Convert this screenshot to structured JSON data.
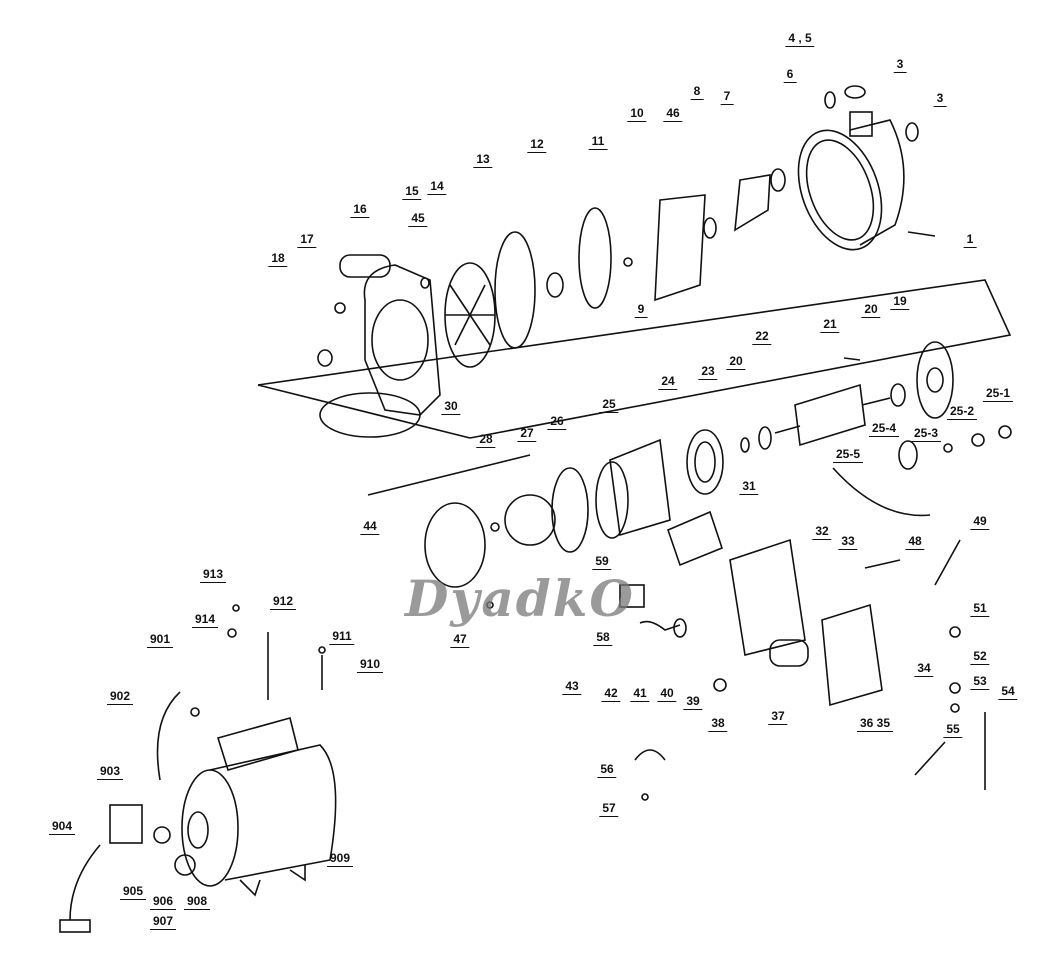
{
  "title": "Exploded parts diagram of pump with pressure tank",
  "watermark": "DyadkO",
  "labels": [
    "4 , 5",
    "3",
    "3",
    "6",
    "7",
    "8",
    "46",
    "10",
    "11",
    "12",
    "13",
    "14",
    "15",
    "16",
    "45",
    "17",
    "18",
    "9",
    "1",
    "19",
    "20",
    "21",
    "22",
    "20",
    "23",
    "24",
    "25",
    "26",
    "27",
    "28",
    "30",
    "25-1",
    "25-2",
    "25-3",
    "25-4",
    "25-5",
    "31",
    "32",
    "33",
    "48",
    "49",
    "44",
    "59",
    "58",
    "47",
    "51",
    "52",
    "53",
    "54",
    "43",
    "42",
    "41",
    "40",
    "39",
    "38",
    "37",
    "34",
    "36  35",
    "55",
    "56",
    "57",
    "913",
    "912",
    "914",
    "901",
    "911",
    "910",
    "902",
    "903",
    "909",
    "904",
    "905",
    "906",
    "907",
    "908"
  ]
}
